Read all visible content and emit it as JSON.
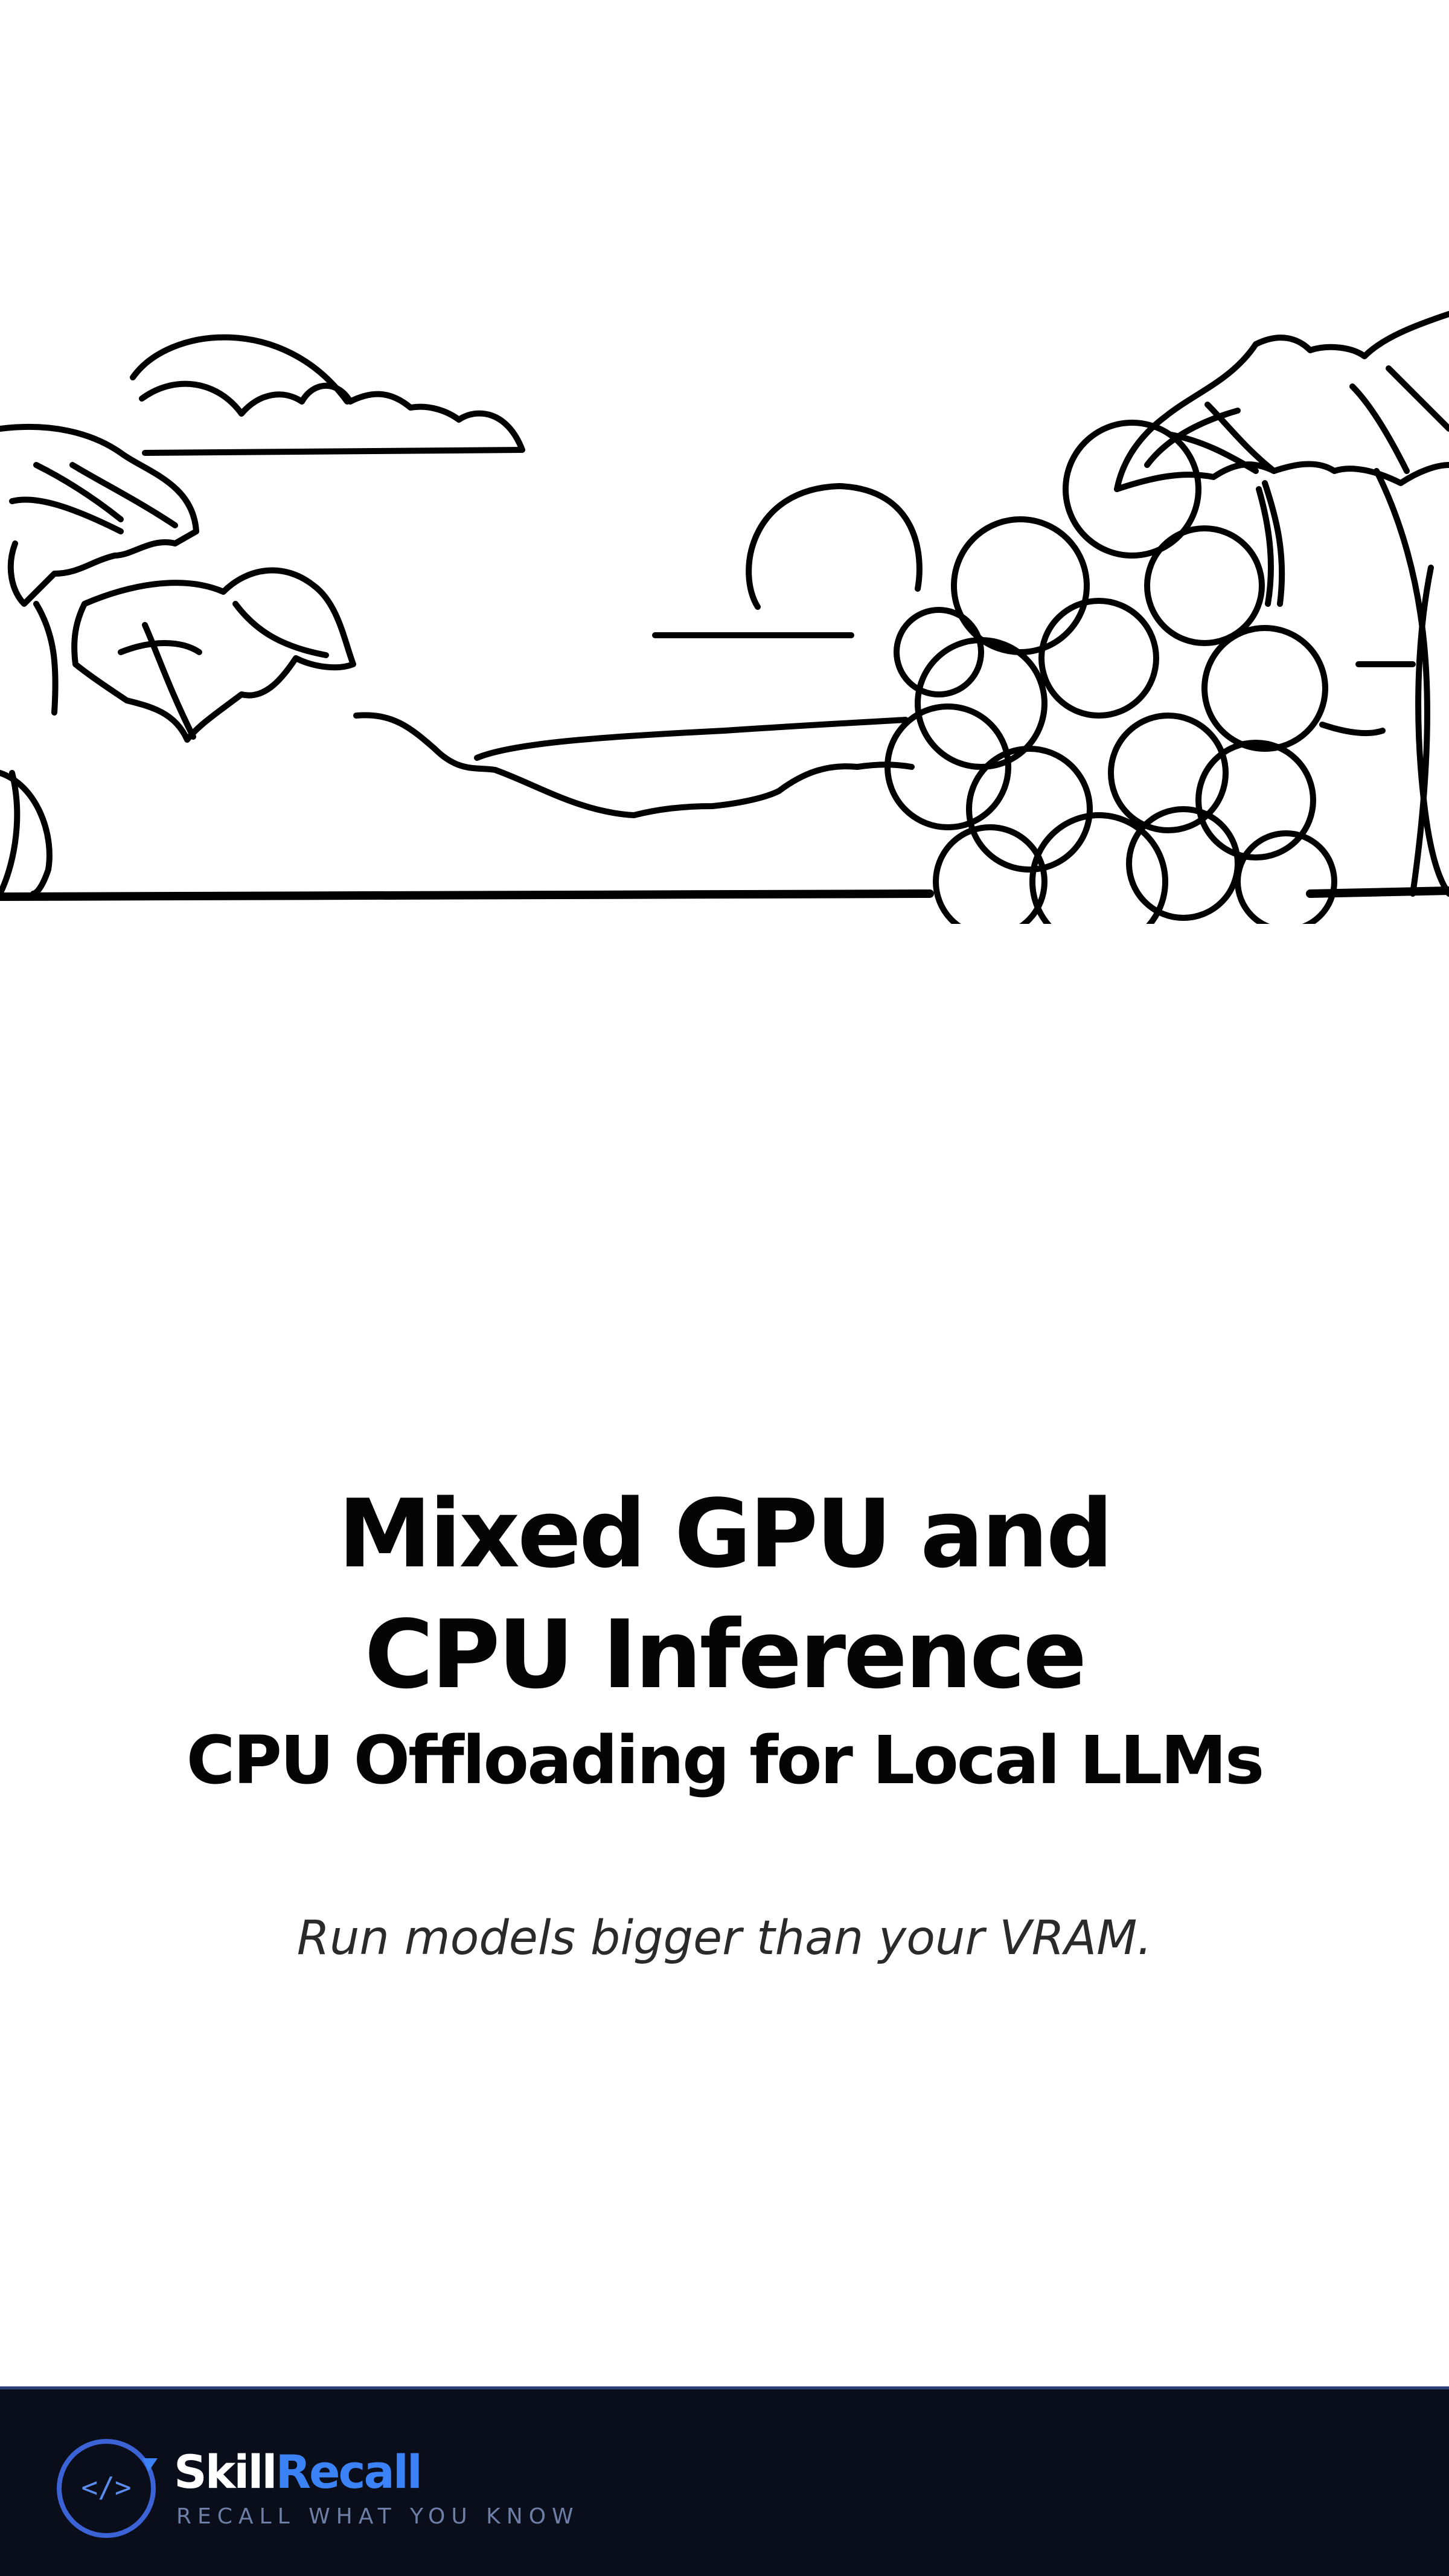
{
  "title": {
    "line1": "Mixed GPU and",
    "line2": "CPU Inference"
  },
  "subtitle": "CPU Offloading for Local LLMs",
  "tagline": "Run models bigger than your VRAM.",
  "illustration": {
    "subject": "landscape-line-art"
  },
  "footer": {
    "brand_part_a": "Skill",
    "brand_part_b": "Recall",
    "brand_tagline": "RECALL WHAT YOU KNOW",
    "logo_glyph": "</>",
    "logo_icon": "code-brackets-icon",
    "colors": {
      "background": "#0a0e1a",
      "accent": "#3b82f6",
      "tagline": "#6d7fa6"
    }
  }
}
